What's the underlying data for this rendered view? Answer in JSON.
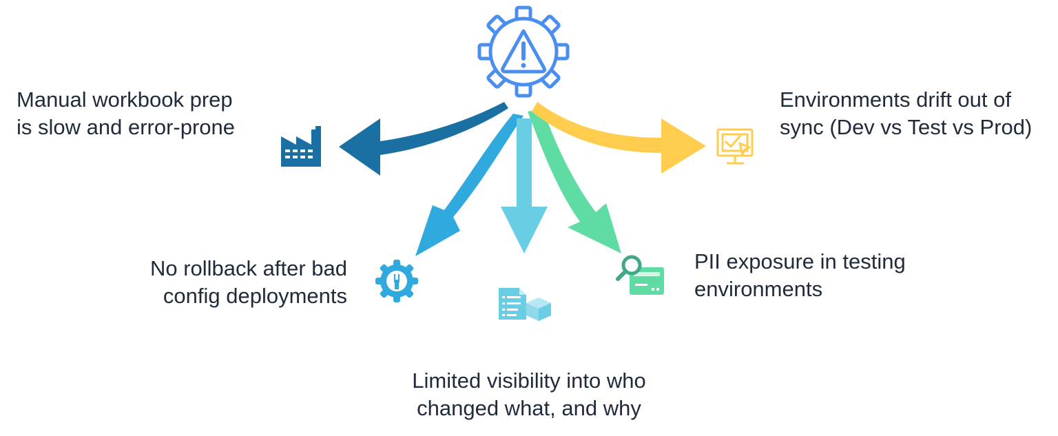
{
  "center": {
    "icon": "gear-warning-icon",
    "color": "#4a8ff0"
  },
  "branches": [
    {
      "id": "workbook",
      "lines": [
        "Manual workbook prep",
        "is slow and error-prone"
      ],
      "icon": "factory-icon",
      "color": "#1a6fa3"
    },
    {
      "id": "rollback",
      "lines": [
        "No rollback after bad",
        "config deployments"
      ],
      "icon": "gear-wrench-icon",
      "color": "#30a9de"
    },
    {
      "id": "visibility",
      "lines": [
        "Limited visibility into who",
        "changed what, and why"
      ],
      "icon": "document-box-icon",
      "color": "#69cde3"
    },
    {
      "id": "pii",
      "lines": [
        "PII exposure in testing",
        "environments"
      ],
      "icon": "search-card-icon",
      "color": "#5fdca3"
    },
    {
      "id": "env",
      "lines": [
        "Environments drift out of",
        "sync (Dev vs Test vs Prod)"
      ],
      "icon": "monitor-check-icon",
      "color": "#ffcc4d"
    }
  ]
}
